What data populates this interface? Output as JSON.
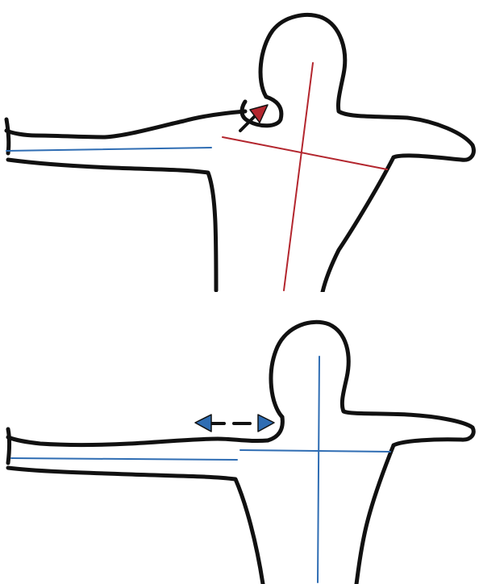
{
  "colors": {
    "background": "#ffffff",
    "outline": "#111111",
    "red_guides": "#b3262e",
    "blue_guides": "#2f6db3"
  },
  "panels": [
    {
      "id": "top",
      "description_icons": [
        "figure-outline",
        "red-arrow-icon"
      ],
      "guide_color": "red"
    },
    {
      "id": "bottom",
      "description_icons": [
        "figure-outline",
        "double-arrow-icon"
      ],
      "guide_color": "blue"
    }
  ]
}
